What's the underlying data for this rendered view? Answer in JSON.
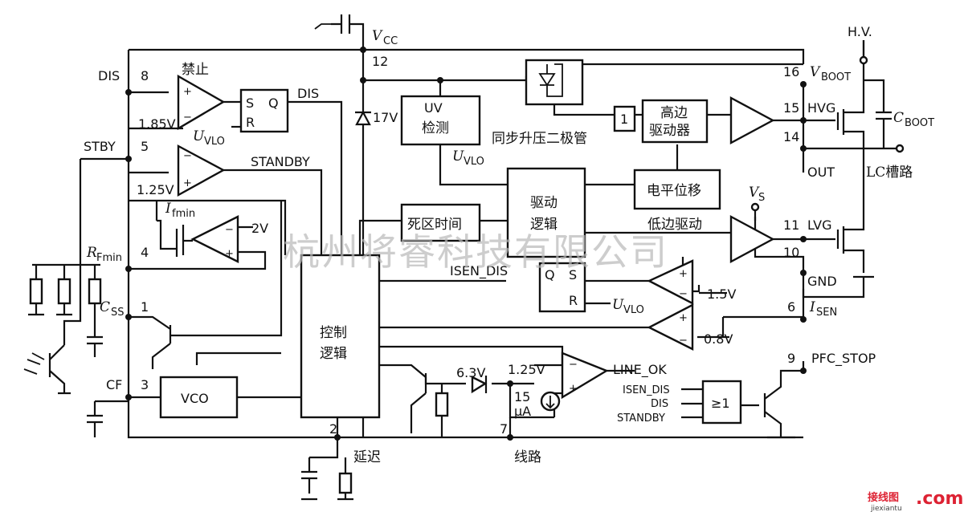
{
  "pins": {
    "p1": "1",
    "p2": "2",
    "p3": "3",
    "p4": "4",
    "p5": "5",
    "p6": "6",
    "p7": "7",
    "p8": "8",
    "p9": "9",
    "p10": "10",
    "p11": "11",
    "p12": "12",
    "p14": "14",
    "p15": "15",
    "p16": "16"
  },
  "pin_names": {
    "dis": "DIS",
    "stby": "STBY",
    "rfmin": "R",
    "rfmin_sub": "Fmin",
    "css": "C",
    "css_sub": "SS",
    "cf": "CF",
    "vcc": "V",
    "vcc_sub": "CC",
    "vboot": "V",
    "vboot_sub": "BOOT",
    "hvg": "HVG",
    "out": "OUT",
    "lvg": "LVG",
    "gnd": "GND",
    "isen": "I",
    "isen_sub": "SEN",
    "pfc_stop": "PFC_STOP",
    "delay": "延迟",
    "line": "线路",
    "hv": "H.V.",
    "cboot": "C",
    "cboot_sub": "BOOT",
    "lc": "LC槽路",
    "vs": "V",
    "vs_sub": "S"
  },
  "blocks": {
    "disable": "禁止",
    "sr_s": "S",
    "sr_q": "Q",
    "sr_r": "R",
    "dis_out": "DIS",
    "uvlo_a": "U",
    "uvlo_a_sub": "VLO",
    "standby": "STANDBY",
    "uv1": "UV",
    "uv2": "检测",
    "uvlo_b": "U",
    "uvlo_b_sub": "VLO",
    "dead_time": "死区时间",
    "drive_logic_1": "驱动",
    "drive_logic_2": "逻辑",
    "bootstrap": "同步升压二极管",
    "or_gate": "1",
    "hs_drv_1": "高边",
    "hs_drv_2": "驱动器",
    "level_shift": "电平位移",
    "ls_drive": "低边驱动",
    "ctrl_1": "控制",
    "ctrl_2": "逻辑",
    "vco": "VCO",
    "isen_dis": "ISEN_DIS",
    "sr2_q": "Q",
    "sr2_s": "S",
    "sr2_r": "R",
    "uvlo_c": "U",
    "uvlo_c_sub": "VLO",
    "ifmin": "I",
    "ifmin_sub": "fmin",
    "or2": "≥1",
    "line_ok": "LINE_OK",
    "in_isen_dis": "ISEN_DIS",
    "in_dis": "DIS",
    "in_standby": "STANDBY",
    "plus": "+",
    "minus": "−"
  },
  "values": {
    "v185": "1.85V",
    "v125a": "1.25V",
    "v2": "2V",
    "v17": "17V",
    "v15": "1.5V",
    "v08": "0.8V",
    "v63": "6.3V",
    "v125b": "1.25V",
    "i15a": "15",
    "i15b": "μA"
  },
  "watermark": "杭州将睿科技有限公司",
  "logo": {
    "main": "接线图",
    "dot": ".com",
    "sub": "jiexiantu"
  },
  "colors": {
    "line": "#111111",
    "watermark": "#b8b8b8",
    "logo": "#dd2233"
  }
}
